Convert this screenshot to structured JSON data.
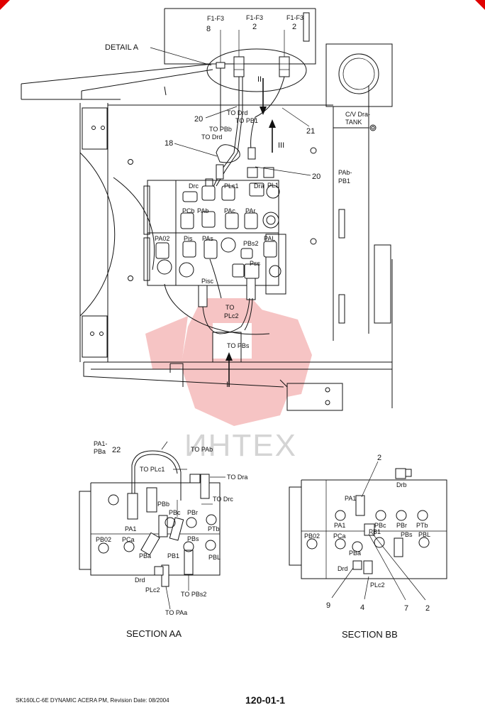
{
  "top_view": {
    "detail_label": "DETAIL A",
    "f_labels": [
      "F1-F3",
      "F1-F3",
      "F1-F3"
    ],
    "item_numbers_top": [
      "8",
      "2",
      "2"
    ],
    "roman_two": "II",
    "roman_three": "III",
    "roman_one": "I",
    "callout_20a": "20",
    "callout_20b": "20",
    "callout_21": "21",
    "callout_18": "18",
    "to_drd_1": "TO Drd",
    "to_pb1": "TO PB1",
    "to_pbb": "TO PBb",
    "to_drd_2": "TO Drd",
    "cv_dra": "C/V Dra-",
    "tank": "TANK",
    "pab": "PAb-",
    "pb1": "PB1",
    "valve_ports": [
      "Drc",
      "PLc1",
      "Dra",
      "PL1",
      "PCb",
      "PAb",
      "PAc",
      "PAr",
      "PA02",
      "Pis",
      "PAs",
      "PAL",
      "PBs2",
      "Pss",
      "Pisc"
    ],
    "to_plc2_a": "TO",
    "to_plc2_b": "PLc2",
    "to_pbs": "TO PBs"
  },
  "section_aa": {
    "title": "SECTION AA",
    "pa1_pba": "PA1-",
    "pba_line2": "PBa",
    "callout_22": "22",
    "to_pab": "TO PAb",
    "to_plc1": "TO PLc1",
    "to_dra": "TO Dra",
    "to_drc": "TO Drc",
    "ports": [
      "PBb",
      "PBc",
      "PBr",
      "PA1",
      "PTb",
      "PB02",
      "PCa",
      "PBs",
      "PB1",
      "PBL",
      "PBa",
      "Drd",
      "PLc2"
    ],
    "to_pbs2": "TO PBs2",
    "to_paa": "TO PAa"
  },
  "section_bb": {
    "title": "SECTION BB",
    "callout_2_top": "2",
    "drb": "Drb",
    "ports": [
      "PA1",
      "PBc",
      "PBr",
      "PTb",
      "PA1",
      "PB02",
      "PCa",
      "PB1",
      "PBs",
      "PBL",
      "PBa",
      "Drd",
      "PLc2"
    ],
    "callouts_bottom": [
      "9",
      "4",
      "7",
      "2"
    ]
  },
  "watermark": {
    "text": "ИНТЕХ",
    "color": "#e85a5a"
  },
  "footer": {
    "left": "SK160LC-6E DYNAMIC ACERA PM, Revision Date: 08/2004",
    "right": "120-01-1"
  }
}
